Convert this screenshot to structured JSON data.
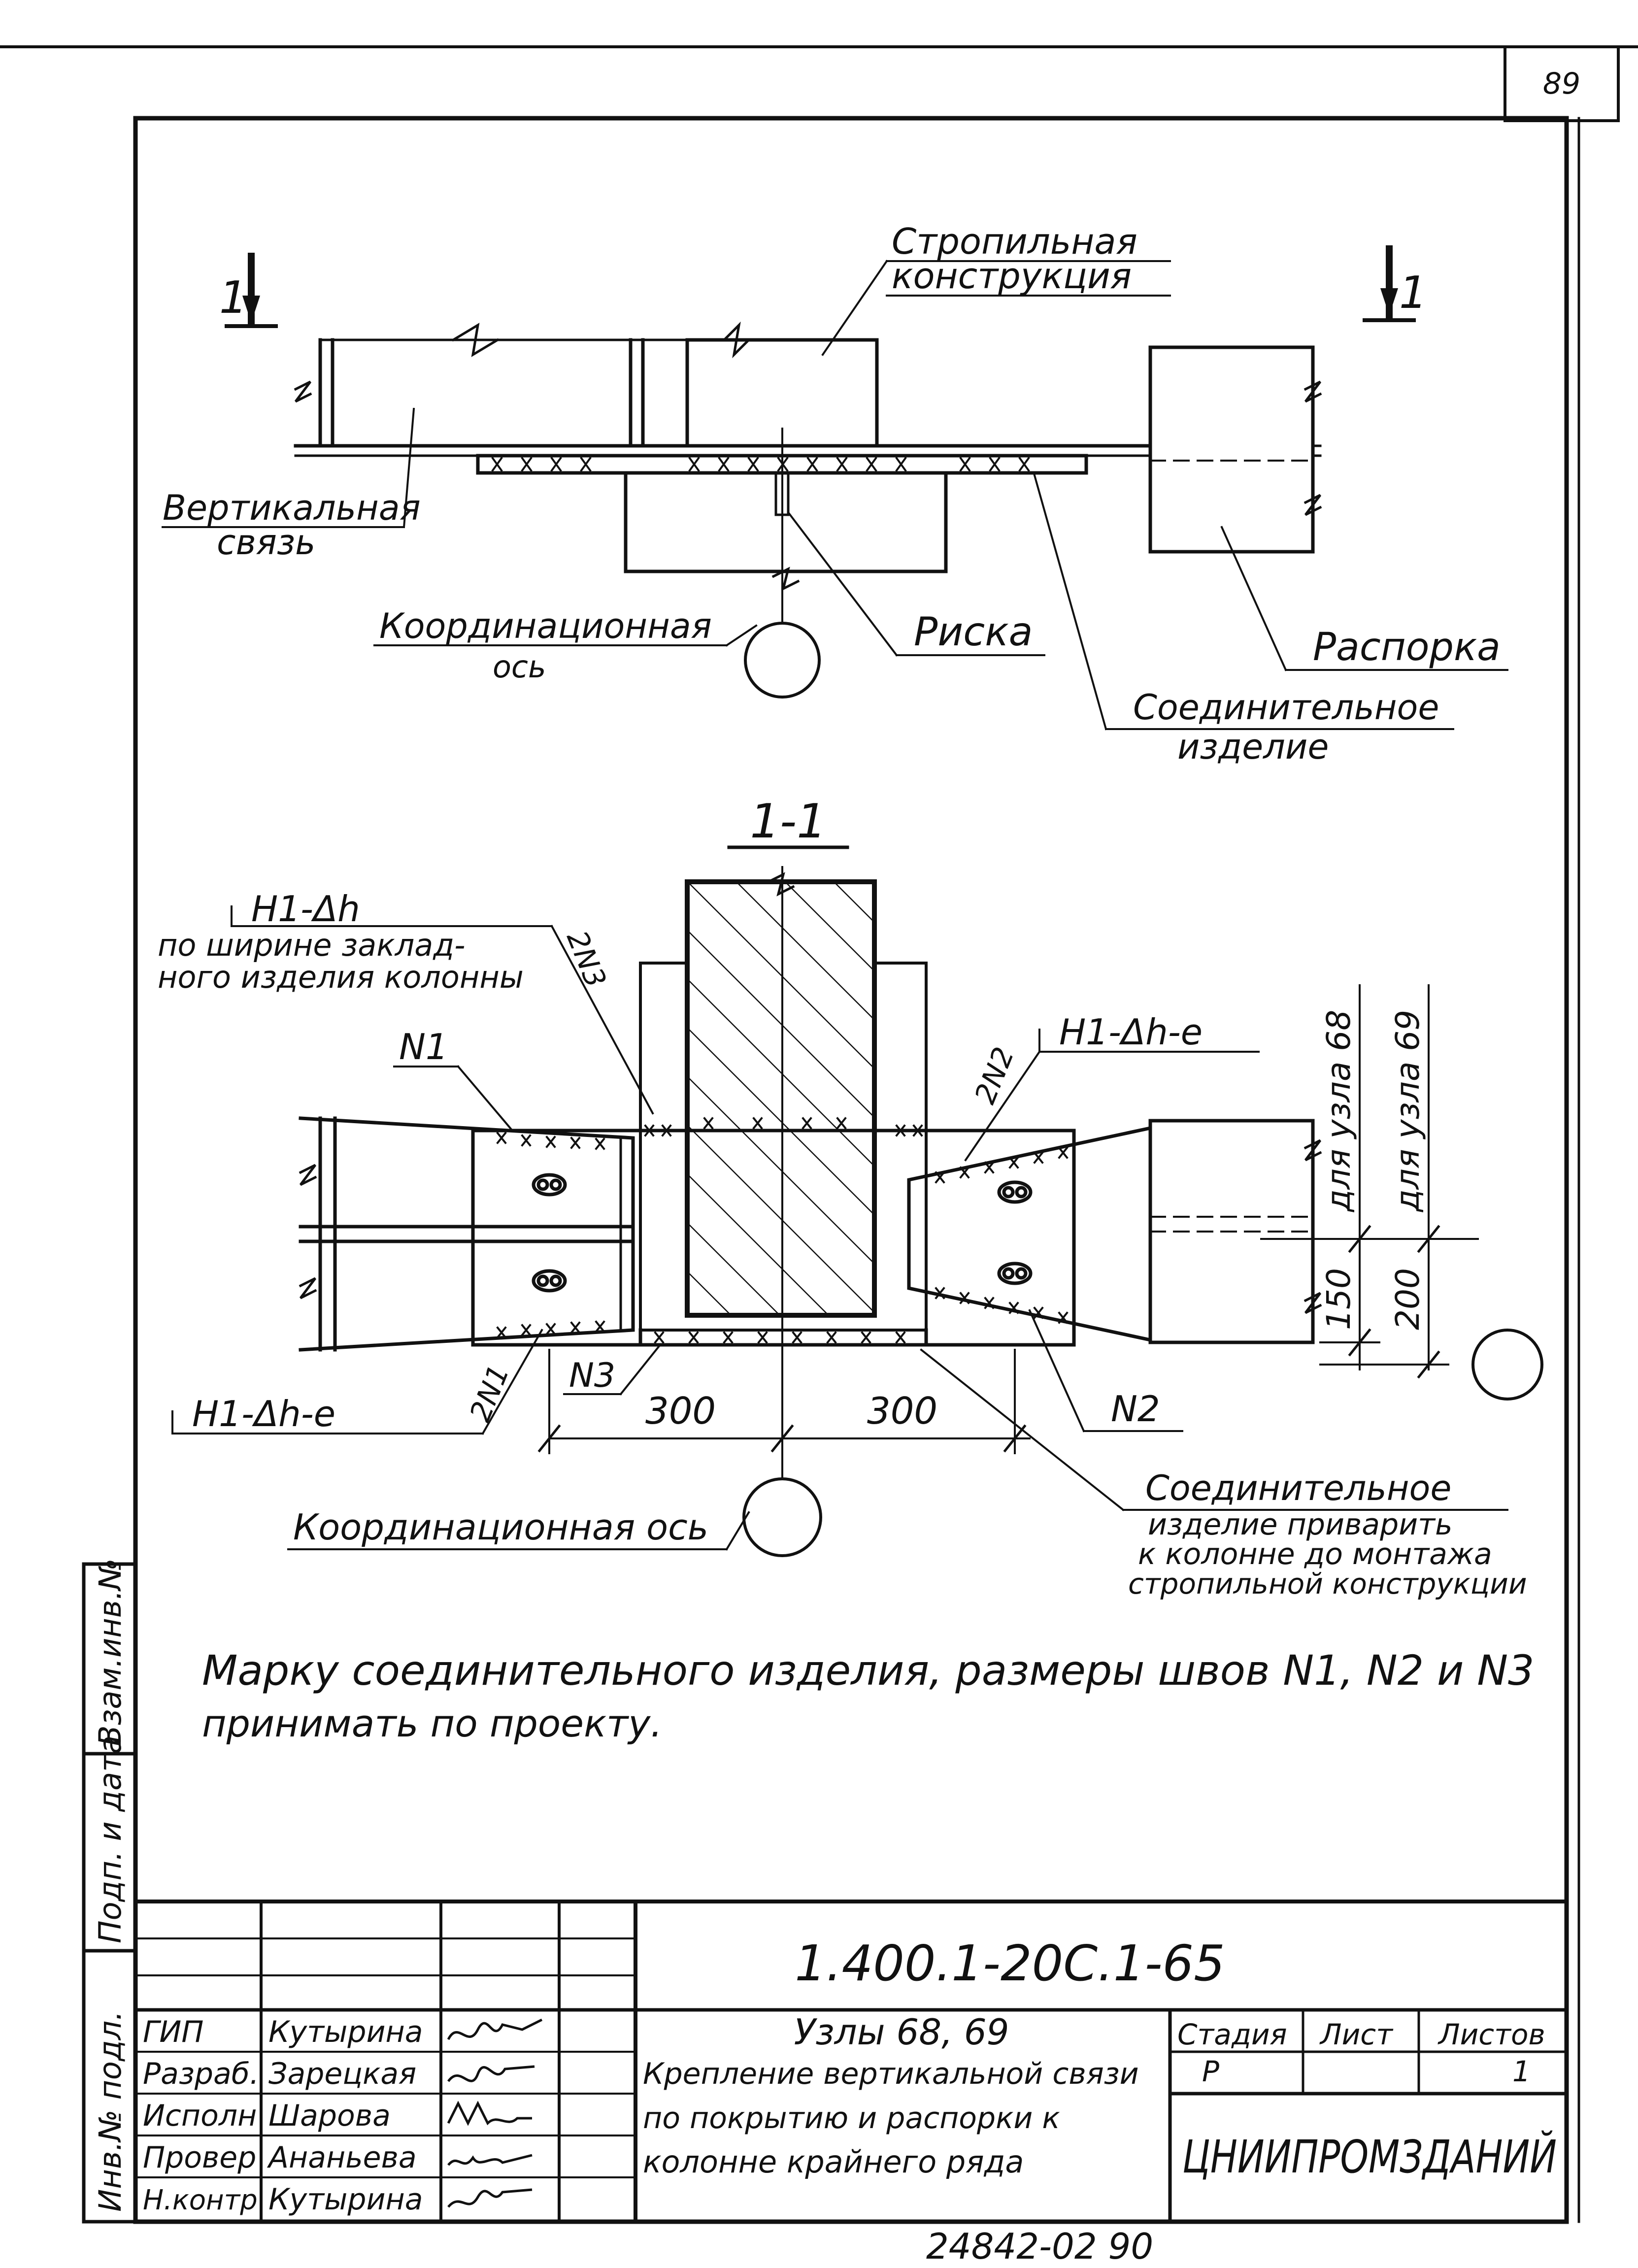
{
  "page_number": "89",
  "plan_view": {
    "section_mark_left": "1",
    "section_mark_right": "1",
    "label_rafter": [
      "Стропильная",
      "конструкция"
    ],
    "label_vertical_brace": [
      "Вертикальная",
      "связь"
    ],
    "label_coord_axis": [
      "Координационная",
      "ось"
    ],
    "label_mark": "Риска",
    "label_strut": "Распорка",
    "label_connector": [
      "Соединительное",
      "изделие"
    ]
  },
  "section_view": {
    "title": "1-1",
    "label_h1_dh": "Н1-Δh",
    "label_width": [
      "по ширине заклад-",
      "ного изделия колонны"
    ],
    "label_2n3": "2N3",
    "label_n1": "N1",
    "label_2n2": "2N2",
    "label_h1_dh_e_right": "Н1-Δh-e",
    "label_for_node_68": "для узла 68",
    "label_for_node_69": "для узла 69",
    "dim_150": "150",
    "dim_200": "200",
    "label_h1_dh_e_left": "Н1-Δh-e",
    "label_2n1": "2N1",
    "label_n3": "N3",
    "dim_300_left": "300",
    "dim_300_right": "300",
    "label_n2": "N2",
    "label_coord_axis": "Координационная ось",
    "label_connector_weld": [
      "Соединительное",
      "изделие приварить",
      "к колонне до монтажа",
      "стропильной конструкции"
    ]
  },
  "note": [
    "Марку соединительного изделия, размеры швов N1, N2 и N3",
    "принимать по проекту."
  ],
  "side_stamp": {
    "col1": "Взам.инв.№",
    "col2": "Подп. и дата",
    "col3": "Инв.№ подл."
  },
  "title_block": {
    "code": "1.400.1-20С.1-65",
    "rows": [
      {
        "role": "ГИП",
        "name": "Кутырина"
      },
      {
        "role": "Разраб.",
        "name": "Зарецкая"
      },
      {
        "role": "Исполн",
        "name": "Шарова"
      },
      {
        "role": "Провер",
        "name": "Ананьева"
      },
      {
        "role": "Н.контр",
        "name": "Кутырина"
      }
    ],
    "title_lines": [
      "Узлы 68, 69",
      "Крепление вертикальной связи",
      "по покрытию и распорки к",
      "колонне крайнего ряда"
    ],
    "stage_header": "Стадия",
    "sheet_header": "Лист",
    "sheets_header": "Листов",
    "stage_value": "Р",
    "sheets_value": "1",
    "organization": "ЦНИИПРОМЗДАНИЙ"
  },
  "footer_number": "24842-02 90"
}
